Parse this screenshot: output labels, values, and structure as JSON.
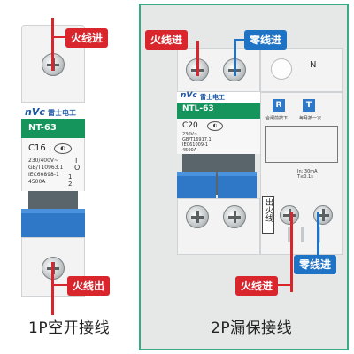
{
  "left": {
    "caption": "1P空开接线",
    "top_tag": "火线进",
    "bottom_tag": "火线出",
    "brand_logo": "nVc",
    "brand_name": "雷士电工",
    "model": "NT-63",
    "rating": "C16",
    "specs": [
      "230/400V~",
      "GB/T10963.1",
      "IEC60898-1",
      "4500A"
    ],
    "marks": [
      "I",
      "O",
      "1",
      "2"
    ]
  },
  "right": {
    "caption": "2P漏保接线",
    "tags": {
      "live_in_top": "火线进",
      "neutral_in_top": "零线进",
      "live_in_bottom": "火线进",
      "neutral_in_bottom": "零线进",
      "live_out_vertical": "出火线"
    },
    "brand_logo": "nVc",
    "brand_name": "雷士电工",
    "model": "NTL-63",
    "rating": "C20",
    "specs": [
      "230V~",
      "GB/T16917.1",
      "IEC61009-1",
      "4500A"
    ],
    "n_label": "N",
    "button_r": "R",
    "button_t": "T",
    "button_r_text": "合闸前按下",
    "button_t_text": "每月按一次",
    "rcd_specs": [
      "In: 30mA",
      "T≤0.1s"
    ]
  },
  "colors": {
    "live": "#d9252c",
    "neutral": "#1f73c5",
    "panel_border": "#3aaa83",
    "band": "#15955c",
    "lever": "#2f78c8"
  }
}
